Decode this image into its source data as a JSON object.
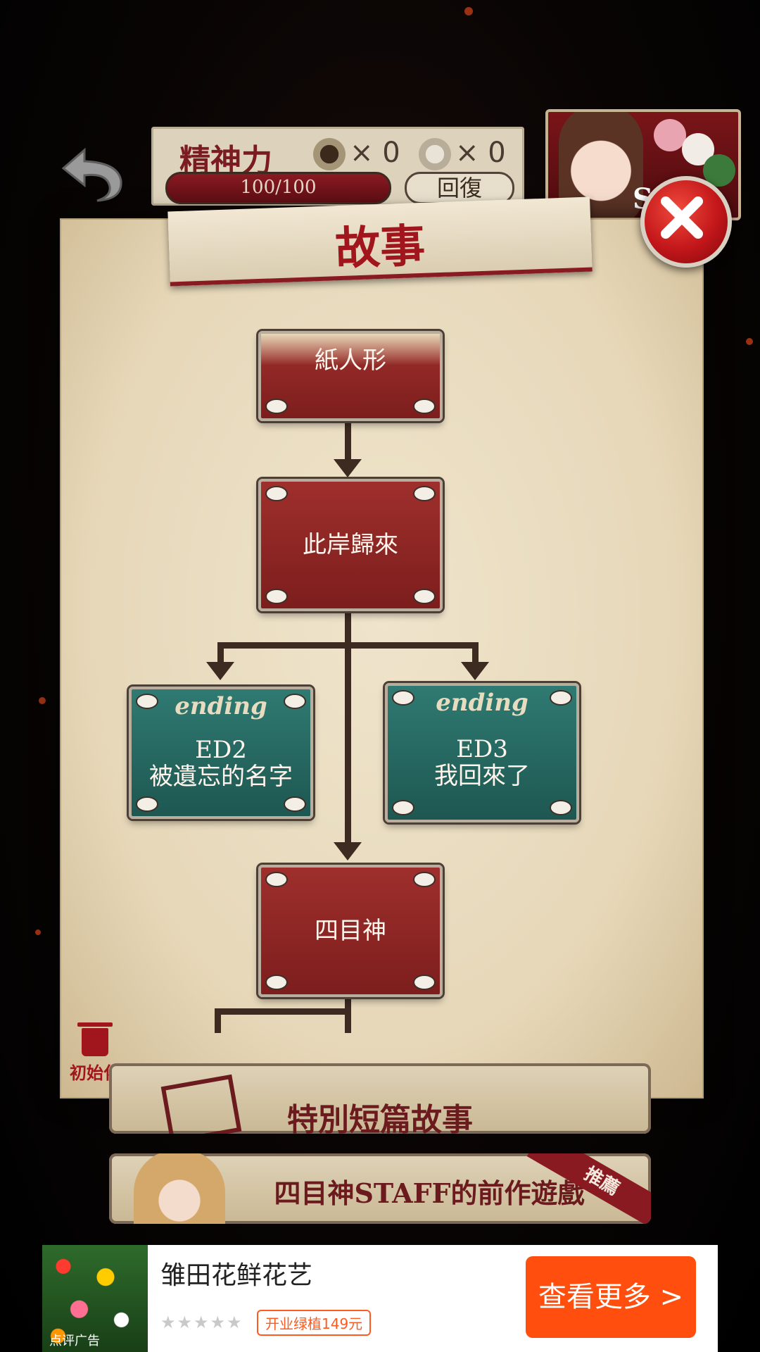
{
  "hud": {
    "stamina_label": "精神力",
    "stamina_value": "100/100",
    "item1_count": "× 0",
    "item2_count": "× 0",
    "recover_label": "回復",
    "portrait_partial_text": "S"
  },
  "panel": {
    "title": "故事",
    "reset_label": "初始化"
  },
  "story_nodes": {
    "kamihitogata": "紙人形",
    "higan": "此岸歸來",
    "ed2_tag": "ending",
    "ed2_line1": "ED2",
    "ed2_line2": "被遺忘的名字",
    "ed3_tag": "ending",
    "ed3_line1": "ED3",
    "ed3_line2": "我回來了",
    "yotsume": "四目神"
  },
  "menu": {
    "special_label": "特別短篇故事",
    "prev_game_label": "四目神STAFF的前作遊戲",
    "prev_game_ribbon": "推薦"
  },
  "ad": {
    "title": "雏田花鲜花艺",
    "image_tag": "点评广告",
    "stars": "★★★★★",
    "badge": "开业绿植149元",
    "cta": "查看更多 >"
  },
  "colors": {
    "accent_red": "#a1161d",
    "node_red": "#8a2624",
    "node_green": "#256a63",
    "ad_cta": "#ff4e0d"
  },
  "icons": [
    "back-arrow-icon",
    "close-icon",
    "trash-icon",
    "film-icon"
  ]
}
